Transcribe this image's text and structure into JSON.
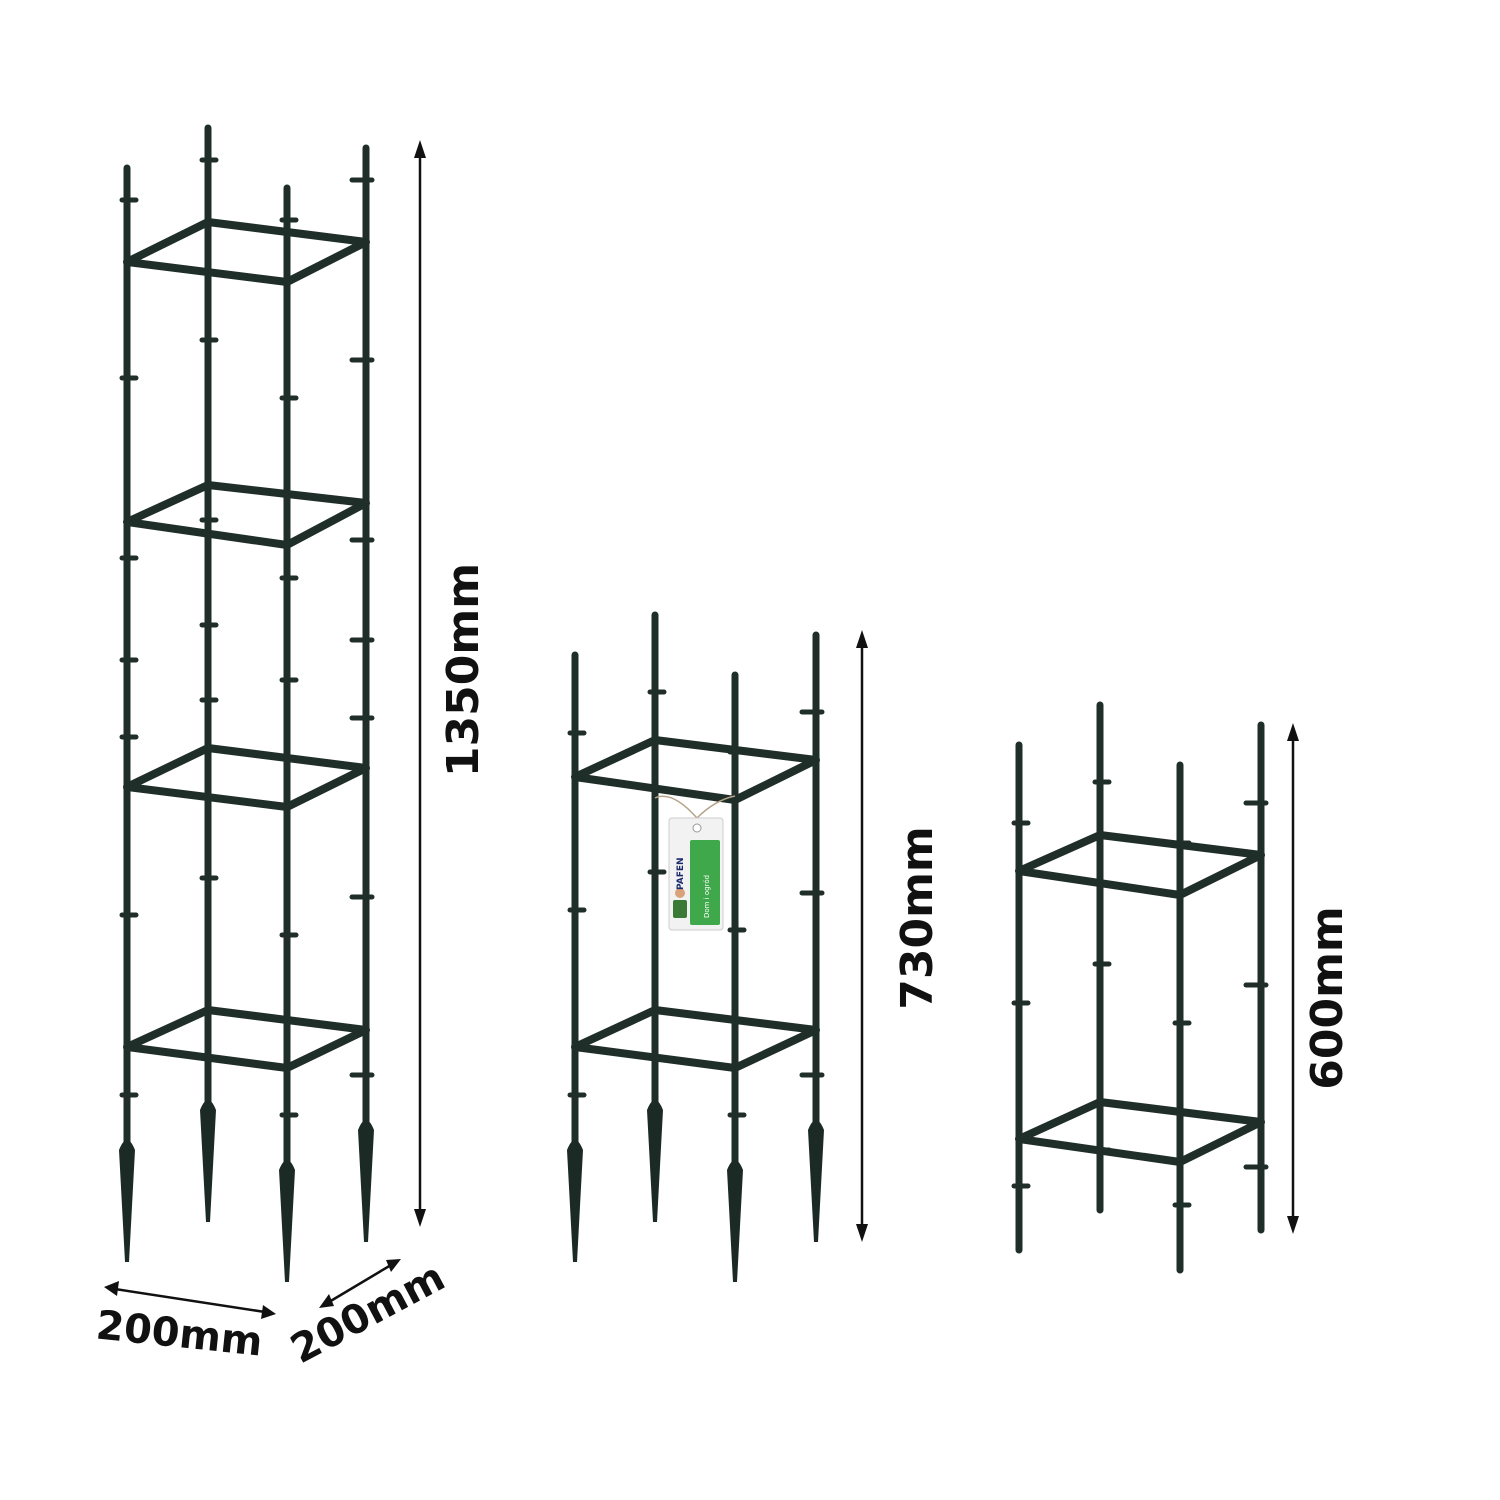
{
  "colors": {
    "frame": "#1f2e28",
    "stake": "#1b2a24",
    "text": "#111111",
    "tag_green": "#3fa84a",
    "tag_brand": "#1a2a6c"
  },
  "labels": {
    "tall_height": "1350mm",
    "mid_height": "730mm",
    "short_height": "600mm",
    "width": "200mm",
    "depth": "200mm"
  },
  "tag": {
    "brand": "PAFEN",
    "text": "Dom i ogród"
  }
}
